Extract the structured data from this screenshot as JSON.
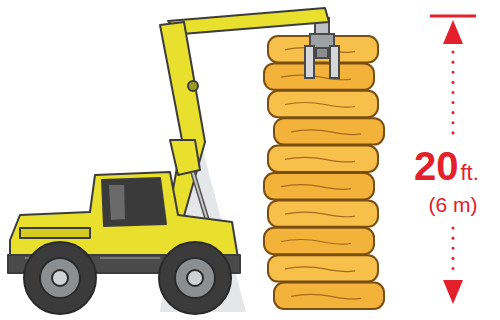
{
  "diagram": {
    "labels": [
      "20",
      "ft.",
      "(6 m)"
    ]
  }
}
